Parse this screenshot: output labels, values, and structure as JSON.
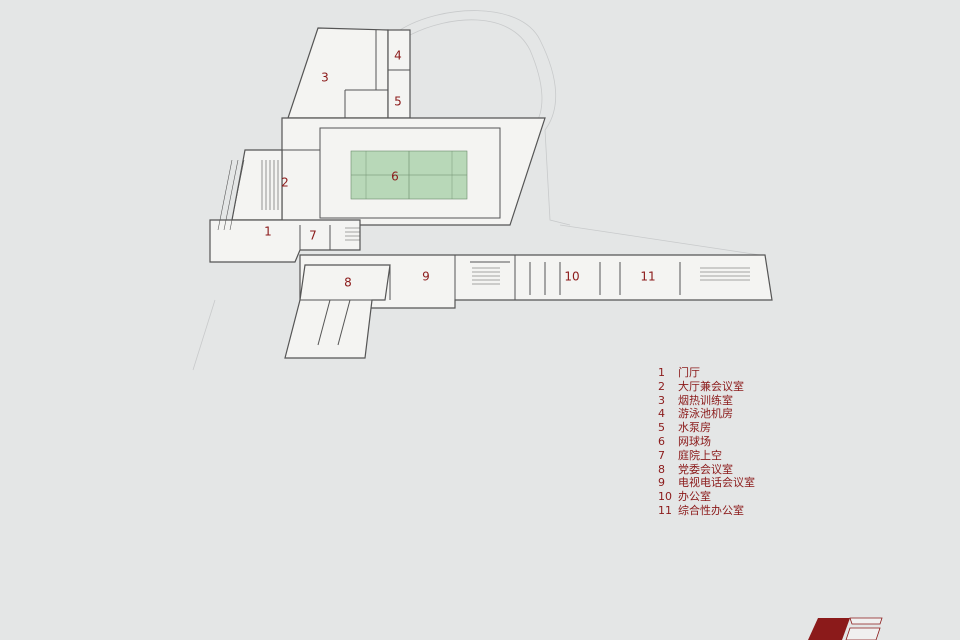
{
  "plan": {
    "room_numbers": [
      "1",
      "2",
      "3",
      "4",
      "5",
      "6",
      "7",
      "8",
      "9",
      "10",
      "11"
    ]
  },
  "legend": {
    "items": [
      {
        "num": "1",
        "label": "门厅"
      },
      {
        "num": "2",
        "label": "大厅兼会议室"
      },
      {
        "num": "3",
        "label": "烟热训练室"
      },
      {
        "num": "4",
        "label": "游泳池机房"
      },
      {
        "num": "5",
        "label": "水泵房"
      },
      {
        "num": "6",
        "label": "网球场"
      },
      {
        "num": "7",
        "label": "庭院上空"
      },
      {
        "num": "8",
        "label": "党委会议室"
      },
      {
        "num": "9",
        "label": "电视电话会议室"
      },
      {
        "num": "10",
        "label": "办公室"
      },
      {
        "num": "11",
        "label": "综合性办公室"
      }
    ]
  },
  "colors": {
    "background": "#e4e6e6",
    "floor": "#f4f4f2",
    "walls": "#555555",
    "court": "#b8d8b8",
    "accent": "#8b1a1a"
  },
  "logo": {
    "description": "red-logo-mark"
  }
}
